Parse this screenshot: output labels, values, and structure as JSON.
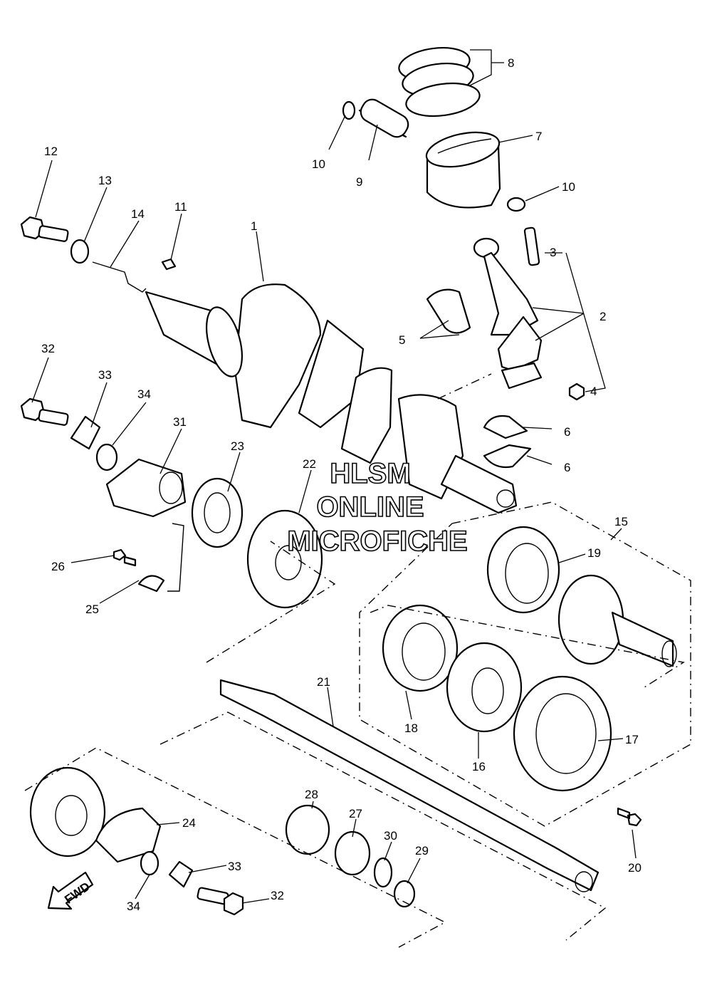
{
  "watermark": {
    "line1": "HLSM",
    "line2": "ONLINE",
    "line3": "MICROFICHE"
  },
  "fwd_arrow": {
    "label": "FWD"
  },
  "callouts": [
    {
      "label": "1"
    },
    {
      "label": "2"
    },
    {
      "label": "3"
    },
    {
      "label": "4"
    },
    {
      "label": "5"
    },
    {
      "label": "6"
    },
    {
      "label": "6"
    },
    {
      "label": "7"
    },
    {
      "label": "8"
    },
    {
      "label": "9"
    },
    {
      "label": "10"
    },
    {
      "label": "10"
    },
    {
      "label": "11"
    },
    {
      "label": "12"
    },
    {
      "label": "13"
    },
    {
      "label": "14"
    },
    {
      "label": "15"
    },
    {
      "label": "16"
    },
    {
      "label": "17"
    },
    {
      "label": "18"
    },
    {
      "label": "19"
    },
    {
      "label": "20"
    },
    {
      "label": "21"
    },
    {
      "label": "22"
    },
    {
      "label": "23"
    },
    {
      "label": "24"
    },
    {
      "label": "25"
    },
    {
      "label": "26"
    },
    {
      "label": "27"
    },
    {
      "label": "28"
    },
    {
      "label": "29"
    },
    {
      "label": "30"
    },
    {
      "label": "31"
    },
    {
      "label": "32"
    },
    {
      "label": "32"
    },
    {
      "label": "33"
    },
    {
      "label": "33"
    },
    {
      "label": "34"
    },
    {
      "label": "34"
    }
  ]
}
